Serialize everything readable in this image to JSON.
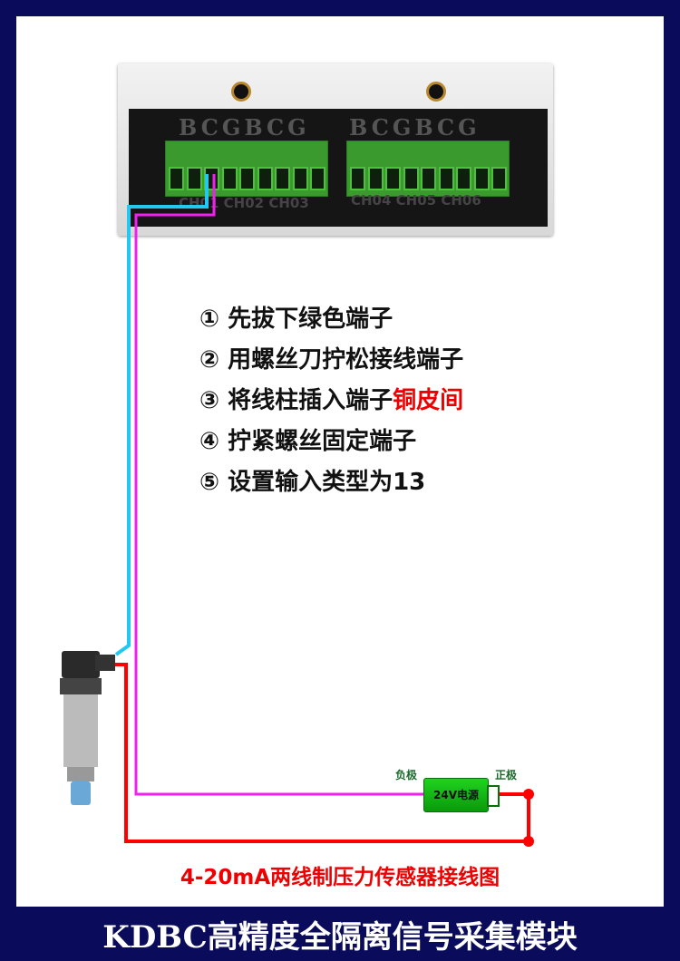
{
  "module": {
    "terminal_labels_left": "BCGBCG",
    "terminal_labels_right": "BCGBCG",
    "channels_left": "CH01 CH02 CH03",
    "channels_right": "CH04 CH05 CH06"
  },
  "steps": [
    {
      "num": "①",
      "text": "先拔下绿色端子"
    },
    {
      "num": "②",
      "text": "用螺丝刀拧松接线端子"
    },
    {
      "num": "③",
      "text": "将线柱插入端子",
      "highlight": "铜皮间"
    },
    {
      "num": "④",
      "text": "拧紧螺丝固定端子"
    },
    {
      "num": "⑤",
      "text": "设置输入类型为13"
    }
  ],
  "power": {
    "label": "24V电源",
    "negative": "负极",
    "positive": "正极"
  },
  "diagram_title": "4-20mA两线制压力传感器接线图",
  "footer": "KDBC高精度全隔离信号采集模块",
  "colors": {
    "frame": "#0b0b5c",
    "wire_cyan": "#22c8f0",
    "wire_magenta": "#f020f0",
    "wire_red": "#ff0000"
  }
}
